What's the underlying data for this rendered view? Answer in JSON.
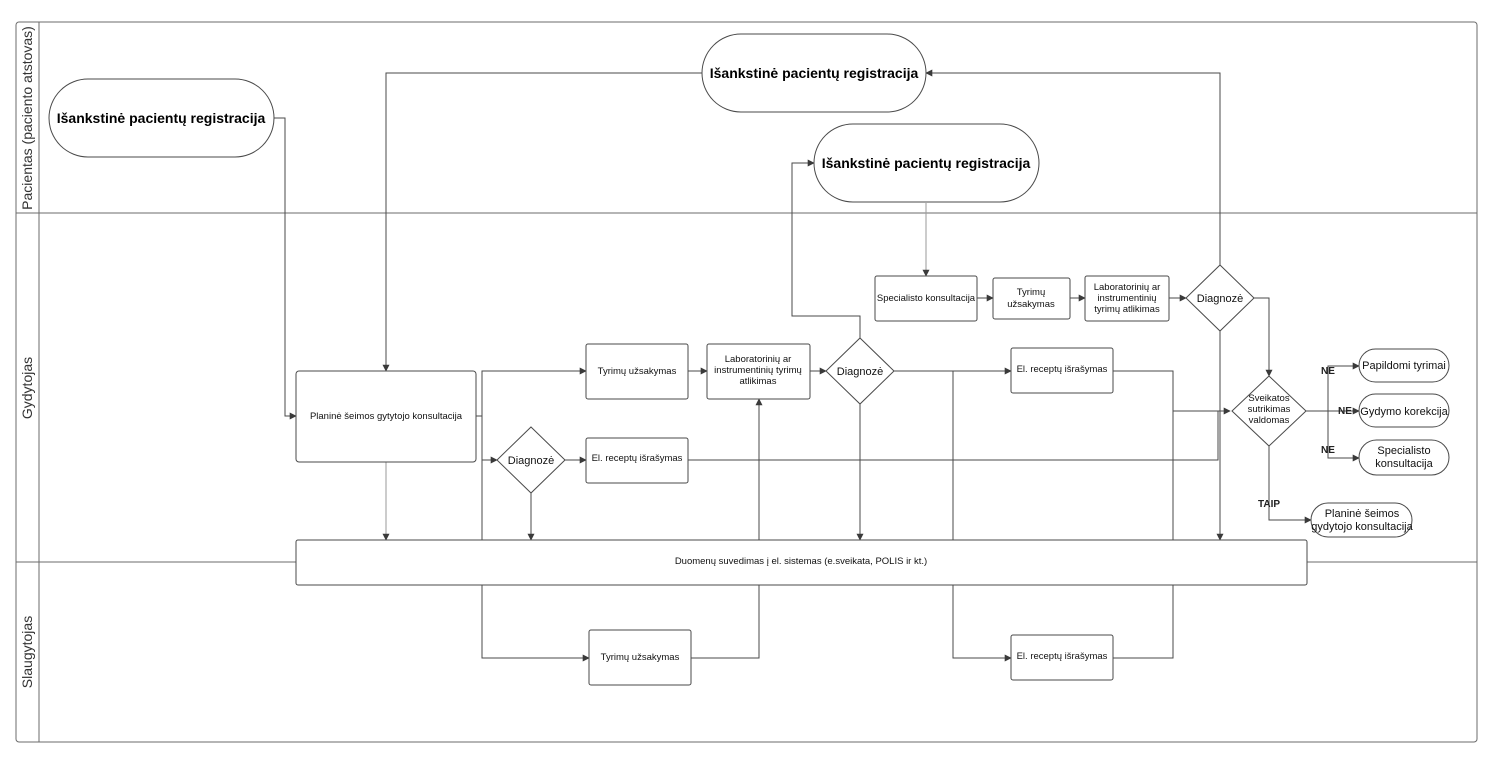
{
  "lanes": {
    "patient": "Pacientas (paciento atstovas)",
    "doctor": "Gydytojas",
    "nurse": "Slaugytojas"
  },
  "nodes": {
    "prereg_1": "Išankstinė pacientų registracija",
    "prereg_2": "Išankstinė pacientų registracija",
    "prereg_3": "Išankstinė pacientų registracija",
    "specialist_consult": "Specialisto konsultacija",
    "order_tests_top": "Tyrimų užsakymas",
    "lab_top": "Laboratorinių ar instrumentinių tyrimų atlikimas",
    "diag_top": "Diagnozė",
    "planned_consult": "Planinė šeimos gytytojo konsultacija",
    "order_tests_mid": "Tyrimų užsakymas",
    "lab_mid": "Laboratorinių ar instrumentinių tyrimų atlikimas",
    "diag_mid": "Diagnozė",
    "erx_mid": "El. receptų išrašymas",
    "diag_low": "Diagnozė",
    "erx_low": "El. receptų išrašymas",
    "health_controlled": "Sveikatos sutrikimas valdomas",
    "extra_tests": "Papildomi tyrimai",
    "treatment_correction": "Gydymo korekcija",
    "specialist_consult_2": "Specialisto konsultacija",
    "planned_consult_2": "Planinė šeimos gydytojo konsultacija",
    "data_entry": "Duomenų suvedimas į el. sistemas (e.sveikata, POLIS ir kt.)",
    "nurse_order_tests": "Tyrimų užsakymas",
    "nurse_erx": "El. receptų išrašymas"
  },
  "edge_labels": {
    "no_1": "NE",
    "no_2": "NE",
    "no_3": "NE",
    "yes": "TAIP"
  }
}
